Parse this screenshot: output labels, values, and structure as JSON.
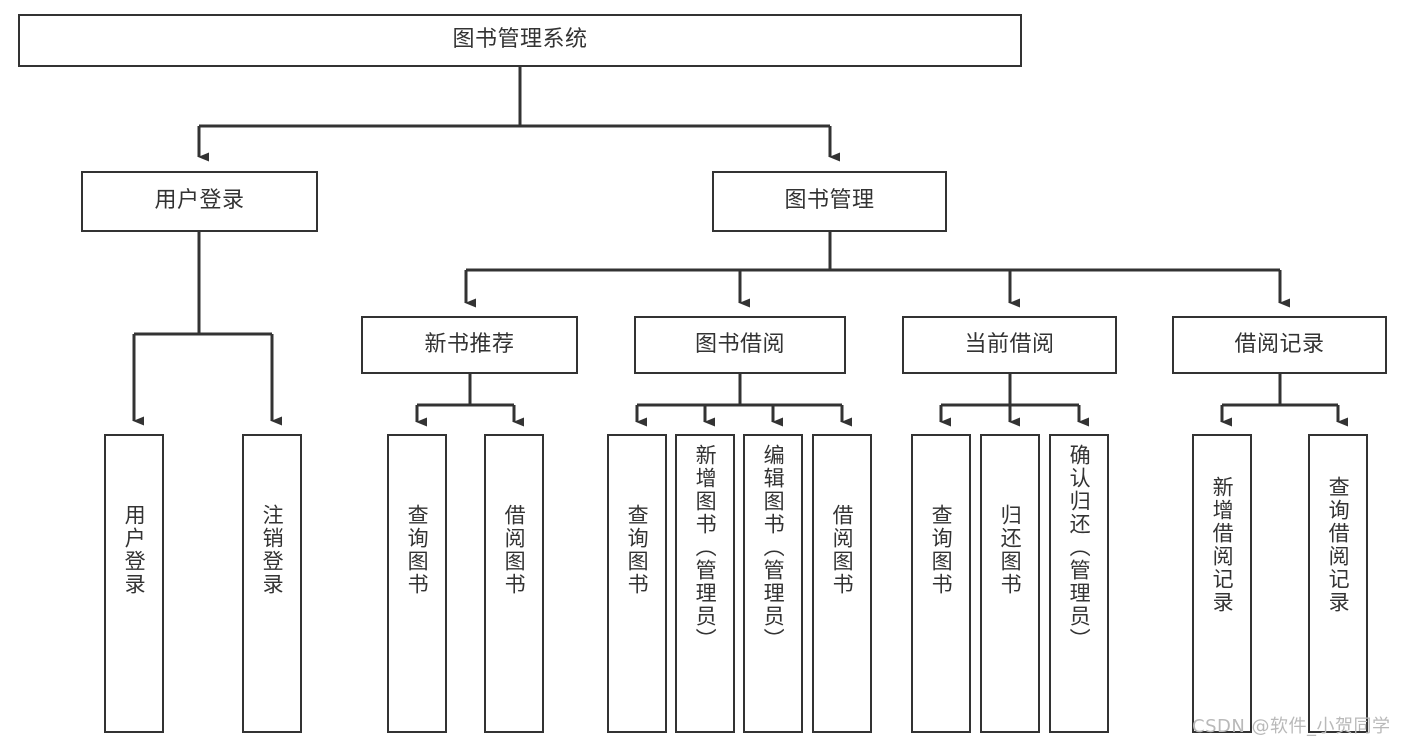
{
  "diagram": {
    "title": "图书管理系统",
    "type": "tree-hierarchy",
    "root": {
      "id": "root",
      "label": "图书管理系统"
    },
    "level2": [
      {
        "id": "user-login",
        "label": "用户登录"
      },
      {
        "id": "book-management",
        "label": "图书管理"
      }
    ],
    "level3": [
      {
        "id": "new-book-recommend",
        "label": "新书推荐",
        "parent": "book-management"
      },
      {
        "id": "book-borrow",
        "label": "图书借阅",
        "parent": "book-management"
      },
      {
        "id": "current-borrow",
        "label": "当前借阅",
        "parent": "book-management"
      },
      {
        "id": "borrow-record",
        "label": "借阅记录",
        "parent": "book-management"
      }
    ],
    "leaves": [
      {
        "id": "leaf-user-login",
        "label": "用户登录",
        "parent": "user-login"
      },
      {
        "id": "leaf-logout-login",
        "label": "注销登录",
        "parent": "user-login"
      },
      {
        "id": "leaf-query-book-1",
        "label": "查询图书",
        "parent": "new-book-recommend"
      },
      {
        "id": "leaf-borrow-book-1",
        "label": "借阅图书",
        "parent": "new-book-recommend"
      },
      {
        "id": "leaf-query-book-2",
        "label": "查询图书",
        "parent": "book-borrow"
      },
      {
        "id": "leaf-add-book",
        "label": "新增图书（管理员）",
        "parent": "book-borrow"
      },
      {
        "id": "leaf-edit-book",
        "label": "编辑图书（管理员）",
        "parent": "book-borrow"
      },
      {
        "id": "leaf-borrow-book-2",
        "label": "借阅图书",
        "parent": "book-borrow"
      },
      {
        "id": "leaf-query-book-3",
        "label": "查询图书",
        "parent": "current-borrow"
      },
      {
        "id": "leaf-return-book",
        "label": "归还图书",
        "parent": "current-borrow"
      },
      {
        "id": "leaf-confirm-return",
        "label": "确认归还（管理员）",
        "parent": "current-borrow"
      },
      {
        "id": "leaf-add-record",
        "label": "新增借阅记录",
        "parent": "borrow-record"
      },
      {
        "id": "leaf-query-record",
        "label": "查询借阅记录",
        "parent": "borrow-record"
      }
    ],
    "watermark": "CSDN @软件_小贺同学",
    "colors": {
      "stroke": "#333333",
      "fill": "#ffffff",
      "text": "#333333",
      "watermark": "#b9b9b9"
    }
  }
}
